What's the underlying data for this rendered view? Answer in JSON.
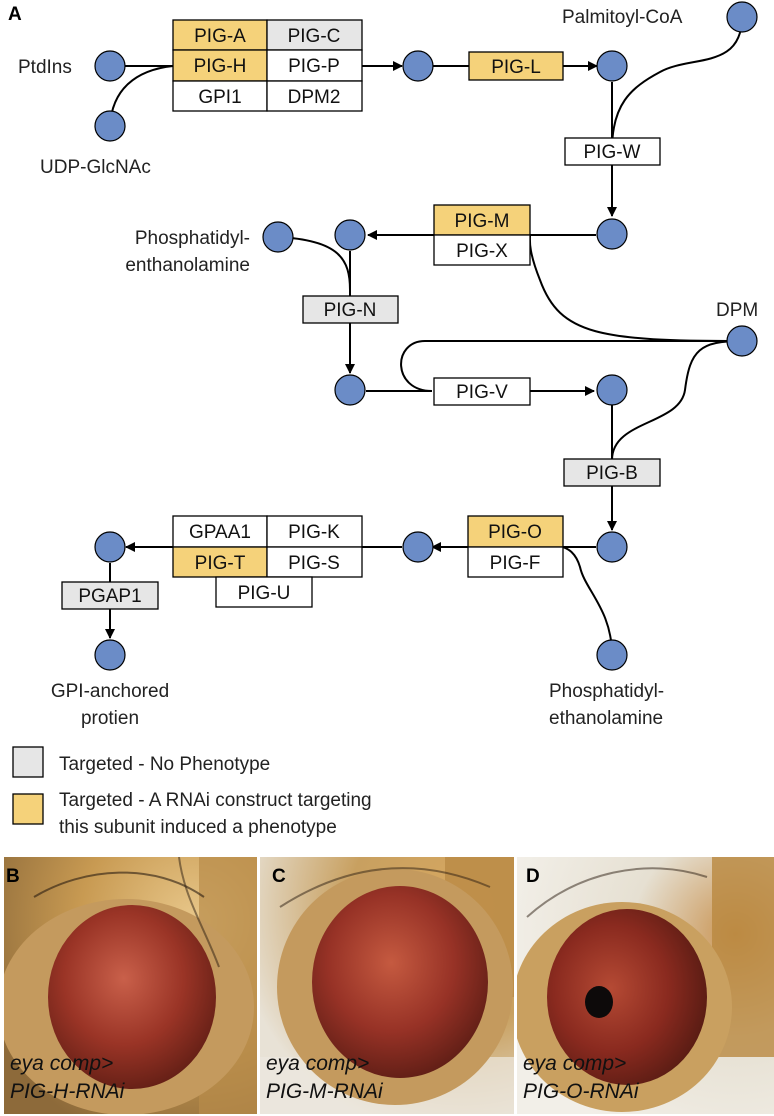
{
  "panel_labels": {
    "a": "A",
    "b": "B",
    "c": "C",
    "d": "D"
  },
  "colors": {
    "node": "#6b8cc7",
    "targeted_phenotype": "#f5d27a",
    "targeted_no_phenotype": "#e6e6e6",
    "untargeted": "#ffffff"
  },
  "substrates": {
    "ptdins": "PtdIns",
    "udp_glcnac": "UDP-GlcNAc",
    "palmitoyl_coa": "Palmitoyl-CoA",
    "pe1_line1": "Phosphatidyl-",
    "pe1_line2": "enthanolamine",
    "dpm": "DPM",
    "pe2_line1": "Phosphatidyl-",
    "pe2_line2": "ethanolamine",
    "product_line1": "GPI-anchored",
    "product_line2": "protien"
  },
  "enzymes": {
    "pig_a": {
      "label": "PIG-A",
      "status": "phenotype"
    },
    "pig_c": {
      "label": "PIG-C",
      "status": "no_phenotype"
    },
    "pig_h": {
      "label": "PIG-H",
      "status": "phenotype"
    },
    "pig_p": {
      "label": "PIG-P",
      "status": "untargeted"
    },
    "gpi1": {
      "label": "GPI1",
      "status": "untargeted"
    },
    "dpm2": {
      "label": "DPM2",
      "status": "untargeted"
    },
    "pig_l": {
      "label": "PIG-L",
      "status": "phenotype"
    },
    "pig_w": {
      "label": "PIG-W",
      "status": "untargeted"
    },
    "pig_m": {
      "label": "PIG-M",
      "status": "phenotype"
    },
    "pig_x": {
      "label": "PIG-X",
      "status": "untargeted"
    },
    "pig_n": {
      "label": "PIG-N",
      "status": "no_phenotype"
    },
    "pig_v": {
      "label": "PIG-V",
      "status": "untargeted"
    },
    "pig_b": {
      "label": "PIG-B",
      "status": "no_phenotype"
    },
    "pig_o": {
      "label": "PIG-O",
      "status": "phenotype"
    },
    "pig_f": {
      "label": "PIG-F",
      "status": "untargeted"
    },
    "gpaa1": {
      "label": "GPAA1",
      "status": "untargeted"
    },
    "pig_k": {
      "label": "PIG-K",
      "status": "untargeted"
    },
    "pig_t": {
      "label": "PIG-T",
      "status": "phenotype"
    },
    "pig_s": {
      "label": "PIG-S",
      "status": "untargeted"
    },
    "pig_u": {
      "label": "PIG-U",
      "status": "untargeted"
    },
    "pgap1": {
      "label": "PGAP1",
      "status": "no_phenotype"
    }
  },
  "legend": {
    "no_phenotype": "Targeted - No Phenotype",
    "phenotype_line1": "Targeted - A RNAi construct targeting",
    "phenotype_line2": "this subunit induced a phenotype"
  },
  "photos": [
    {
      "driver": "eya comp>",
      "rnai": "PIG-H-RNAi",
      "phenotype": "normal eye"
    },
    {
      "driver": "eya comp>",
      "rnai": "PIG-M-RNAi",
      "phenotype": "normal eye"
    },
    {
      "driver": "eya comp>",
      "rnai": "PIG-O-RNAi",
      "phenotype": "eye with necrotic black spot"
    }
  ]
}
